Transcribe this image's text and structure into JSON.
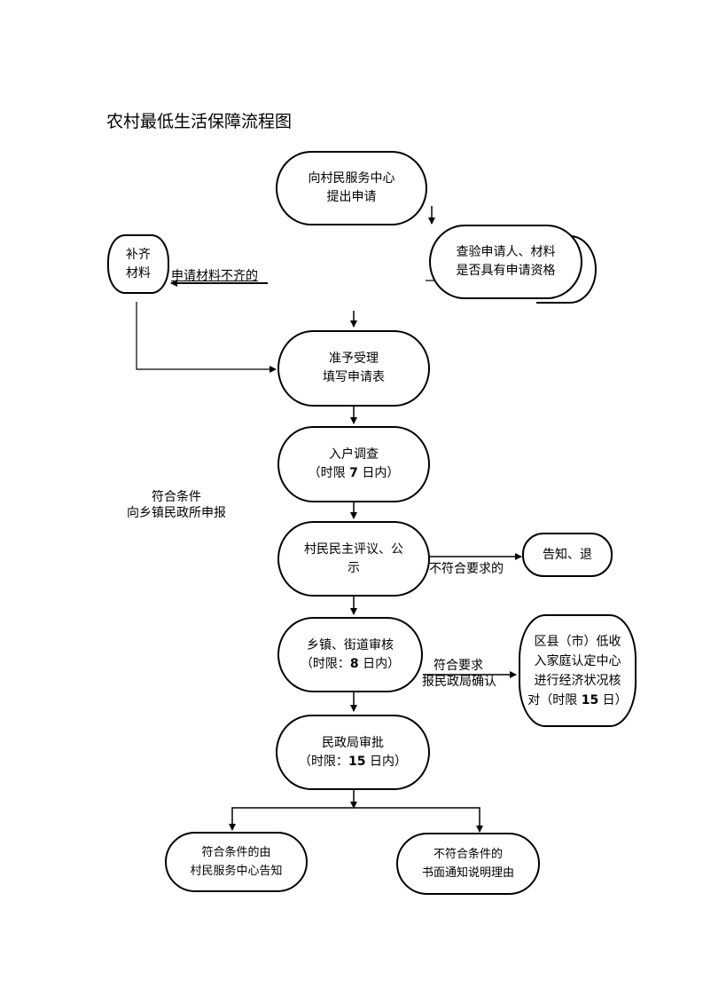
{
  "title": "农村最低生活保障流程图",
  "nodes": {
    "apply": {
      "line1": "向村民服务中心",
      "line2": "提出申请"
    },
    "verify": {
      "line1": "查验申请人、材料",
      "line2": "是否具有申请资格"
    },
    "supplement": {
      "line1": "补齐",
      "line2": "材料"
    },
    "accept": {
      "line1": "准予受理",
      "line2": "填写申请表"
    },
    "survey": {
      "line1": "入户调查",
      "line2_pre": "（时限 ",
      "line2_num": "7",
      "line2_post": " 日内）"
    },
    "village_review": {
      "line1": "村民民主评议、公",
      "line2": "示"
    },
    "notify_return": {
      "line1": "告知、退"
    },
    "township_review": {
      "line1": "乡镇、街道审核",
      "line2_pre": "（时限：",
      "line2_num": "8",
      "line2_post": " 日内）"
    },
    "county_center": {
      "line1": "区县（市）低收",
      "line2": "入家庭认定中心",
      "line3": "进行经济状况核",
      "line4_pre": "对（时限 ",
      "line4_num": "15",
      "line4_post": " 日）"
    },
    "civil_approval": {
      "line1": "民政局审批",
      "line2_pre": "（时限：",
      "line2_num": "15",
      "line2_post": " 日内）"
    },
    "eligible": {
      "line1": "符合条件的由",
      "line2": "村民服务中心告知"
    },
    "ineligible": {
      "line1": "不符合条件的",
      "line2": "书面通知说明理由"
    }
  },
  "edge_labels": {
    "incomplete": "申请材料不齐的",
    "report_line1": "符合条件",
    "report_line2": "向乡镇民政所申报",
    "not_meet": "不符合要求的",
    "meet_line1": "符合要求",
    "meet_line2": "报民政局确认"
  }
}
